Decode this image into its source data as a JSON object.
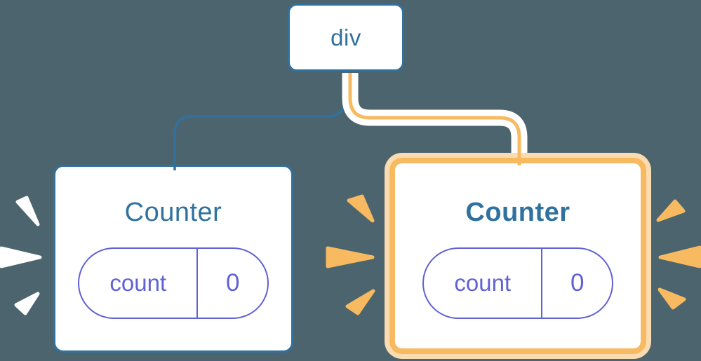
{
  "root_node": {
    "label": "div"
  },
  "components": [
    {
      "title": "Counter",
      "state": {
        "name": "count",
        "value": "0"
      },
      "highlighted": false
    },
    {
      "title": "Counter",
      "state": {
        "name": "count",
        "value": "0"
      },
      "highlighted": true
    }
  ],
  "colors": {
    "background": "#4c646d",
    "node_blue": "#31719e",
    "state_purple": "#6161d6",
    "highlight_orange": "#f8ba61",
    "highlight_orange_pale": "#fbdcb1",
    "card_white": "#ffffff"
  }
}
